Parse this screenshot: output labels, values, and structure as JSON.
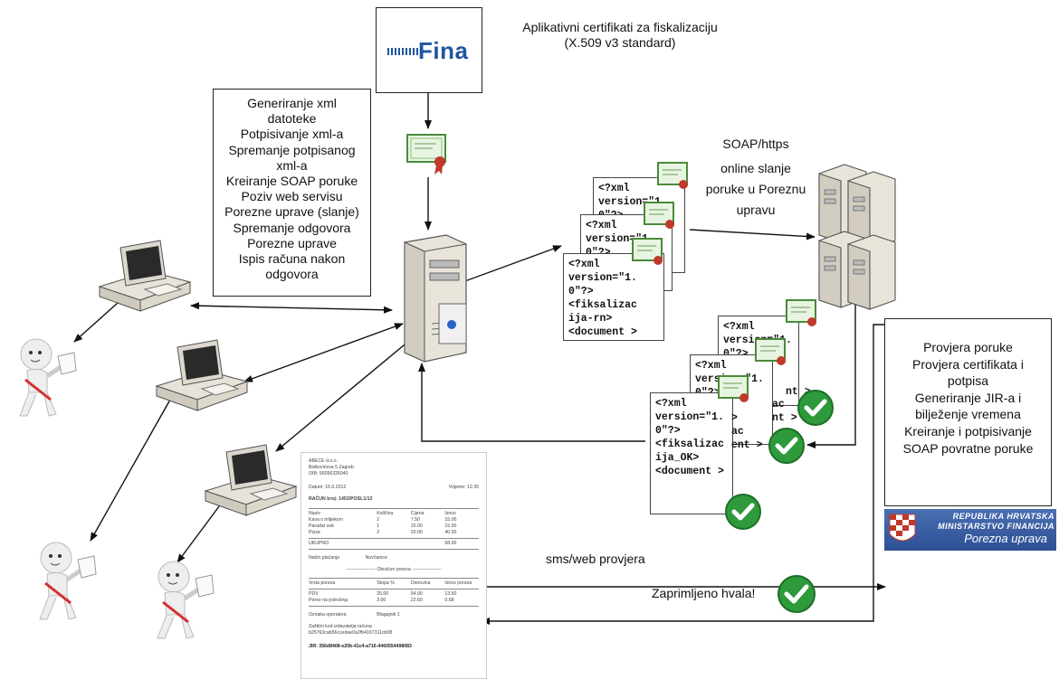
{
  "header": {
    "title_line1": "Aplikativni certifikati za fiskalizaciju",
    "title_line2": "(X.509 v3 standard)"
  },
  "fina": {
    "logo_text": "Fina"
  },
  "left_box": {
    "lines": [
      "Generiranje xml",
      "datoteke",
      "Potpisivanje xml-a",
      "Spremanje potpisanog",
      "xml-a",
      "Kreiranje SOAP poruke",
      "Poziv web servisu",
      "Porezne uprave (slanje)",
      "Spremanje odgovora",
      "Porezne uprave",
      "Ispis računa nakon",
      "odgovora"
    ]
  },
  "soap_label": {
    "line1": "SOAP/https",
    "line2": "online slanje",
    "line3": "poruke u Poreznu",
    "line4": "upravu"
  },
  "right_box": {
    "lines": [
      "Provjera poruke",
      "Provjera certifikata i",
      "potpisa",
      "Generiranje JIR-a i",
      "bilježenje vremena",
      "Kreiranje i potpisivanje",
      "SOAP povratne poruke"
    ]
  },
  "request_docs": {
    "back": "<?xml\nversion=\"1.\n0\"?>",
    "middle": "<?xml\nversion=\"1.\n0\"?>",
    "front": "<?xml\nversion=\"1.\n0\"?>\n<fiksalizac\nija-rn>\n<document >"
  },
  "response_docs": {
    "back": "<?xml\nversion=\"1.\n0\"?>",
    "back_tail": "nt >",
    "middle": "<?xml\nversion=\"1.\n0\"?>",
    "middle_tail": "ac\nnt >",
    "front": "<?xml\nversion=\"1.\n0\"?>\n<fiksalizac\nija_OK>\n<document >",
    "front_tail": ">\nac\nent >"
  },
  "ministry": {
    "line1": "REPUBLIKA HRVATSKA",
    "line2": "MINISTARSTVO FINANCIJA",
    "line3": "Porezna uprava"
  },
  "sms_label": "sms/web provjera",
  "thanks_label": "Zaprimljeno hvala!",
  "receipt": {
    "company": "ABECE d.o.o.",
    "address": "Bolkovićeva 5 Zagreb",
    "oib": "OIB: 56056326040",
    "date": "Datum: 15.0.2012",
    "time": "Vrijeme: 12:35",
    "number": "RAČUN broj: 1453/POSL1/12",
    "columns": [
      "Naziv",
      "Količina",
      "Cijena",
      "Iznos"
    ],
    "items": [
      [
        "Kava s mlijekom",
        "2",
        "7.50",
        "15.00"
      ],
      [
        "Paradar sok",
        "1",
        "15.00",
        "15.00"
      ],
      [
        "Pizza",
        "2",
        "20.00",
        "40.00"
      ]
    ],
    "total_label": "UKUPNO",
    "total": "68.00",
    "payment_label": "Način plaćanja",
    "payment": "Novčanice",
    "tax_section": "Obračun poreza",
    "tax_columns": [
      "Vrsta poreza",
      "Stopa %",
      "Osnovica",
      "Iznos poreza"
    ],
    "taxes": [
      [
        "PDV",
        "25.00",
        "54.00",
        "13.60"
      ],
      [
        "Porez na potrošnju",
        "3.00",
        "22.60",
        "0.68"
      ]
    ],
    "operator_label": "Oznaka operatera",
    "operator": "Blagajnik 1",
    "zki_label": "Zaštitni kod izdavatelja računa",
    "zki": "b25763cab56ccedae0a2fb4167311cb08",
    "jir": "JIR: 356d8408-e20b-41c4-a716-4460554498083"
  }
}
